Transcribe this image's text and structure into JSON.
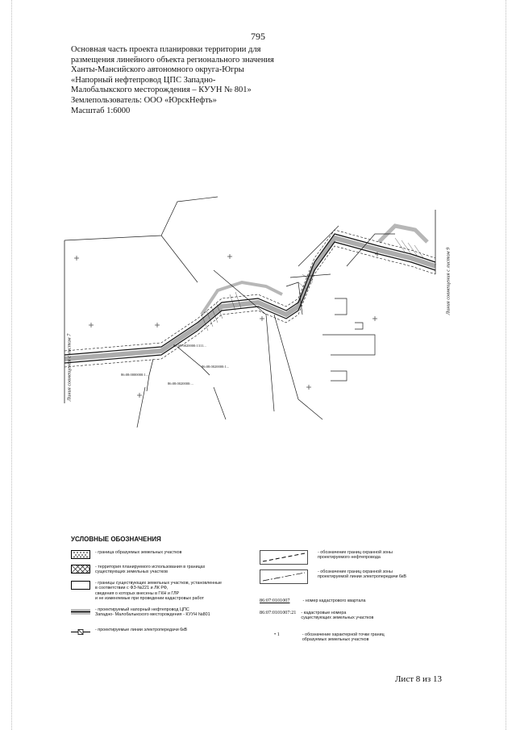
{
  "page_number": "795",
  "title_lines": [
    "Основная часть проекта планировки территории для",
    "размещения линейного объекта регионального значения",
    "Ханты-Мансийского автономного округа-Югры",
    "«Напорный нефтепровод ЦПС Западно-",
    "Малобалыкского месторождения – КУУН № 801»",
    "Землепользователь: ООО «ЮрскНефть»",
    "Масштаб 1:6000"
  ],
  "map": {
    "left_side_label": "Линия совмещения с листом 7",
    "right_side_label": "Линия совмещения с листом 9",
    "small_labels": [
      "86:08:0000000:1...",
      "86:08:0020000:1311...",
      "86:08:0020000:1...",
      "86:08:0020000:..."
    ]
  },
  "legend": {
    "title": "УСЛОВНЫЕ ОБОЗНАЧЕНИЯ",
    "items_left": [
      {
        "symbol": "dotted-box-icon",
        "text": "- граница образуемых земельных участков"
      },
      {
        "symbol": "crosshatch-box-icon",
        "text": "- территория планируемого использования в границах\nсуществующих земельных участков"
      },
      {
        "symbol": "plain-box-icon",
        "text": "- границы существующих земельных участков, установленные\nв соответствии с ФЗ-№221 и ЛК РФ,\nсведения о которых внесены в ГКН и ГЛР\nи не изменяемые при проведении кадастровых работ"
      },
      {
        "symbol": "pipeline-line-icon",
        "text": "- проектируемый напорный нефтепровод ЦПС\nЗападно- Малобалыкского месторождения - КУУН №801"
      },
      {
        "symbol": "powerline-icon",
        "text": "- проектируемые линии электропередачи 6кВ"
      }
    ],
    "items_right": [
      {
        "symbol": "dashed-zone-icon",
        "text": "- обозначение границ охранной зоны\nпроектируемого нефтепровода"
      },
      {
        "symbol": "dashed-zone-2-icon",
        "text": "- обозначение границ охранной зоны\nпроектируемой линии электропередачи 6кВ"
      },
      {
        "code": "86:07:0101007",
        "text": "- номер кадастрового квартала"
      },
      {
        "code": "86:07:0101007:21",
        "text": "- кадастровые номера\nсуществующих земельных участков"
      },
      {
        "code": "• 1",
        "text": "- обозначение характерной точки границ\nобразуемых земельных участков"
      }
    ]
  },
  "sheet_label": "Лист 8 из 13"
}
